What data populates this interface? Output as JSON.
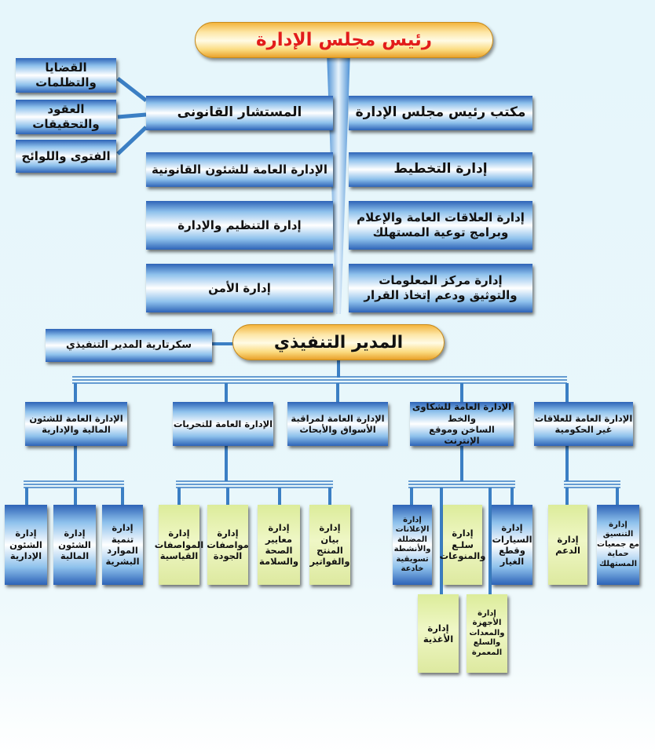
{
  "chart": {
    "chairman": "رئيس مجلس الإدارة",
    "chairman_office": "مكتب رئيس مجلس الإدارة",
    "legal_advisor": "المستشار القانونى",
    "legal_units": {
      "cases": "القضايا والتظلمات",
      "contracts": "العقود والتحقيقات",
      "opinions": "الفتوى واللوائح"
    },
    "planning": "إدارة التخطيط",
    "legal_affairs": "الإدارة العامة للشئون القانونية",
    "public_relations": "إدارة العلاقات العامة والإعلام\nوبرامج توعية المستهلك",
    "organization": "إدارة التنظيم والإدارة",
    "info_center": "إدارة مركز المعلومات\nوالتوثيق ودعم إتخاذ القرار",
    "security": "إدارة الأمن",
    "executive_director": "المدير التنفيذي",
    "exec_secretary": "سكرتارية المدير التنفيذي",
    "general_departments": {
      "ngo": "الإدارة العامة للعلاقات\nغير الحكومية",
      "complaints": "الإدارة العامة للشكاوى والخط\nالساخن وموقع الإنترنت",
      "market": "الإدارة العامة لمراقبة\nالأسواق والأبحاث",
      "investigations": "الإدارة العامة للتحريات",
      "finance_admin": "الإدارة العامة للشئون\nالمالية والإدارية"
    },
    "sub_departments": {
      "coordination": "إدارة\nالتنسيق\nمع جمعيات\nحماية\nالمستهلك",
      "support": "إدارة\nالدعم",
      "cars": "إدارة\nالسيارات\nوقطع\nالغيار",
      "goods": "إدارة\nسلـع\nوالمنوعات",
      "ads": "إدارة\nالإعلانات\nالمضللة والأنشطة\nتسويقية\nخادعة",
      "food": "إدارة\nالأغذية",
      "appliances": "إدارة\nالأجهزة\nوالمعدات\nوالسلع\nالمعمرة",
      "product_info": "إدارة\nبيان المنتج\nوالفواتير",
      "health_safety": "إدارة\nمعايير\nالصحة\nوالسلامة",
      "quality_specs": "إدارة\nمواصفات\nالجودة",
      "standard_specs": "إدارة\nالمواصفات\nالقياسية",
      "hr": "إدارة\nتنمية\nالموارد\nالبشرية",
      "financial": "إدارة\nالشئون\nالمالية",
      "administrative": "إدارة\nالشئون\nالإدارية"
    }
  },
  "colors": {
    "chairman_text": "#e21b1b",
    "connector": "#3b7fc4",
    "box_dark": "#2d63b7",
    "box_light": "#ffffff",
    "leaf_green": "#eef6c4",
    "pill_gold": "#f3b43c"
  }
}
